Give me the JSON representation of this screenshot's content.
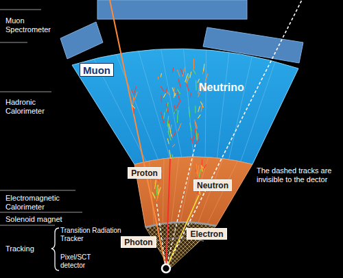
{
  "diagram": {
    "nodes": [
      {
        "text": [
          "Muon"
        ]
      },
      {
        "text": [
          "Proton"
        ]
      },
      {
        "text": [
          "Neutron"
        ]
      },
      {
        "text": [
          "Electron"
        ]
      },
      {
        "text": [
          "Photon"
        ]
      }
    ],
    "labels": [
      "Muon Spectrometer",
      "Neutrino",
      "Hadronic Calorimeter",
      "The dashed tracks are invisible to the dector",
      "Electromagnetic Calorimeter",
      "Solenoid magnet",
      "Transition Radiation Tracker",
      "Tracking",
      "Pixel/SCT detector"
    ]
  }
}
